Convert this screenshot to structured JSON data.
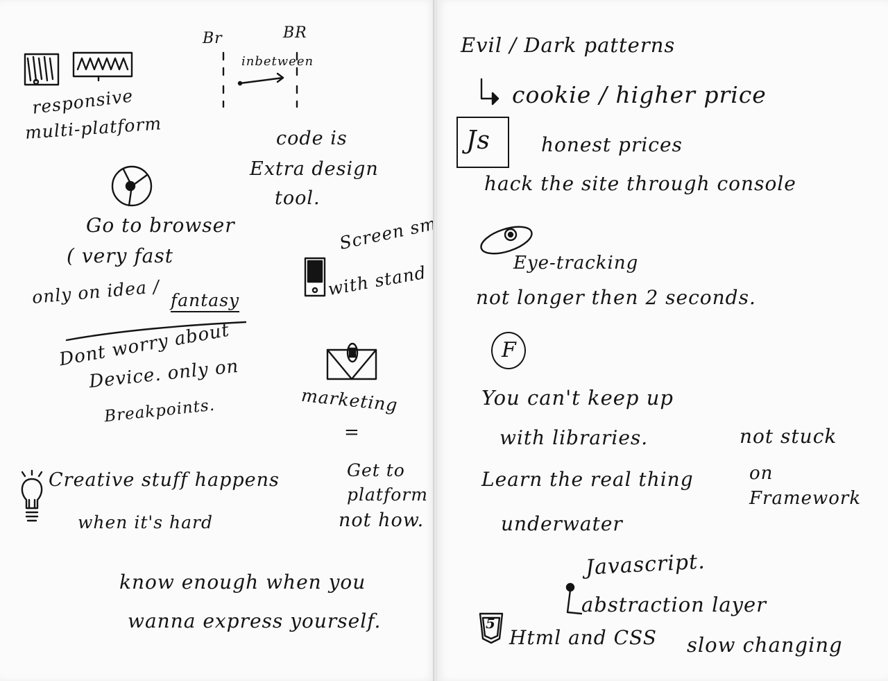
{
  "left_page": {
    "br_left": "Br",
    "br_right": "BR",
    "inbetween": "inbetween",
    "responsive": "responsive",
    "multi_platform": "multi-platform",
    "code_is": "code is",
    "extra_design": "Extra design",
    "tool": "tool.",
    "go_to_browser": "Go to browser",
    "very_fast": "( very fast",
    "only_on_idea": "only on idea /",
    "fantasy": "fantasy",
    "screen_small": "Screen small",
    "with_stand": "with stand",
    "dont_worry": "Dont worry about",
    "device_only_on": "Device. only on",
    "breakpoints": "Breakpoints.",
    "marketing": "marketing",
    "equals": "=",
    "get_to_platform": "Get to platform",
    "not_how": "not how.",
    "creative_stuff": "Creative stuff happens",
    "when_its_hard": "when it's hard",
    "know_enough": "know enough when you",
    "wanna_express": "wanna express yourself."
  },
  "right_page": {
    "evil_dark": "Evil / Dark patterns",
    "cookie_price": "cookie / higher price",
    "js_badge": "Js",
    "honest_prices": "honest prices",
    "hack_the_site": "hack the site through console",
    "eye_tracking": "Eye-tracking",
    "not_longer": "not longer then 2 seconds.",
    "f_badge": "F",
    "cant_keep_up": "You can't keep up",
    "with_libraries": "with libraries.",
    "not_stuck": "not stuck",
    "on_framework": "on Framework",
    "learn_real": "Learn the real thing",
    "underwater": "underwater",
    "javascript": "Javascript.",
    "abstraction": "abstraction layer",
    "html5_badge": "5",
    "html_css": "Html and CSS",
    "slow_changing": "slow changing"
  }
}
